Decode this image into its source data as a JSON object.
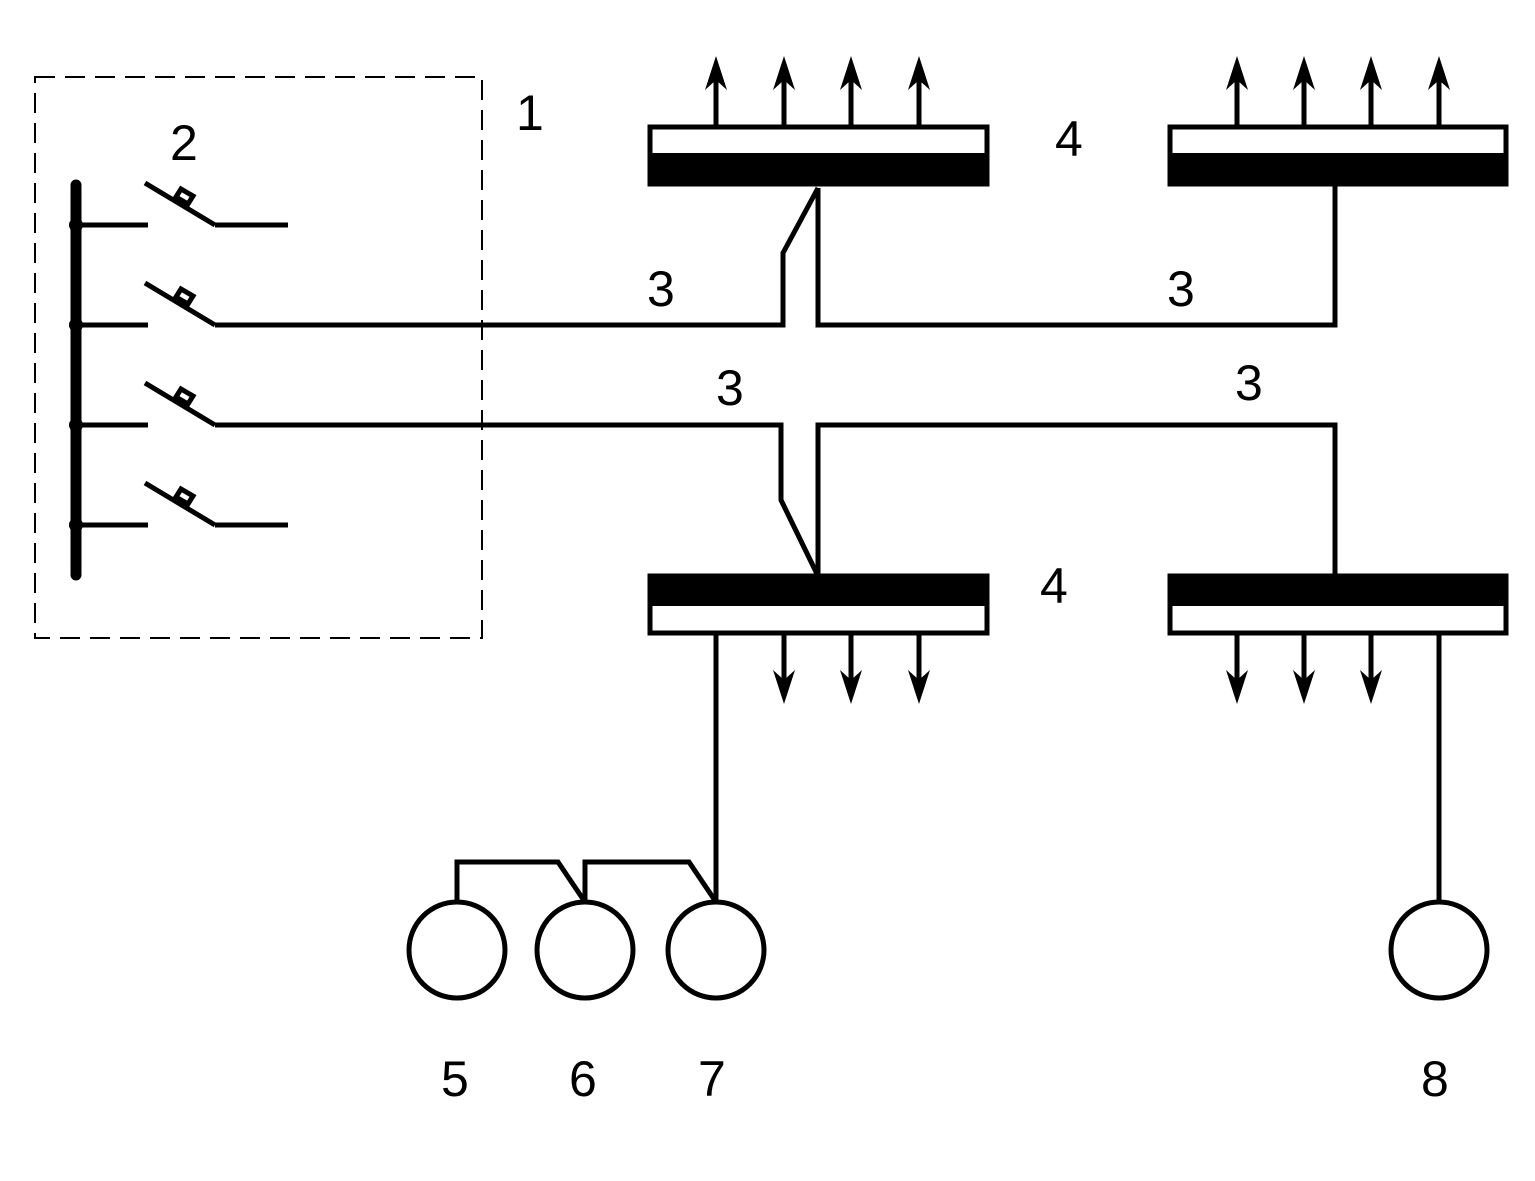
{
  "labels": {
    "distribution_box": "1",
    "switches": "2",
    "cable_1": "3",
    "cable_2": "3",
    "cable_3": "3",
    "cable_4": "3",
    "busbar_top": "4",
    "busbar_bottom": "4",
    "source_a": "5",
    "source_b": "6",
    "source_c": "7",
    "source_d": "8"
  },
  "colors": {
    "line": "#000000",
    "background": "#ffffff"
  }
}
